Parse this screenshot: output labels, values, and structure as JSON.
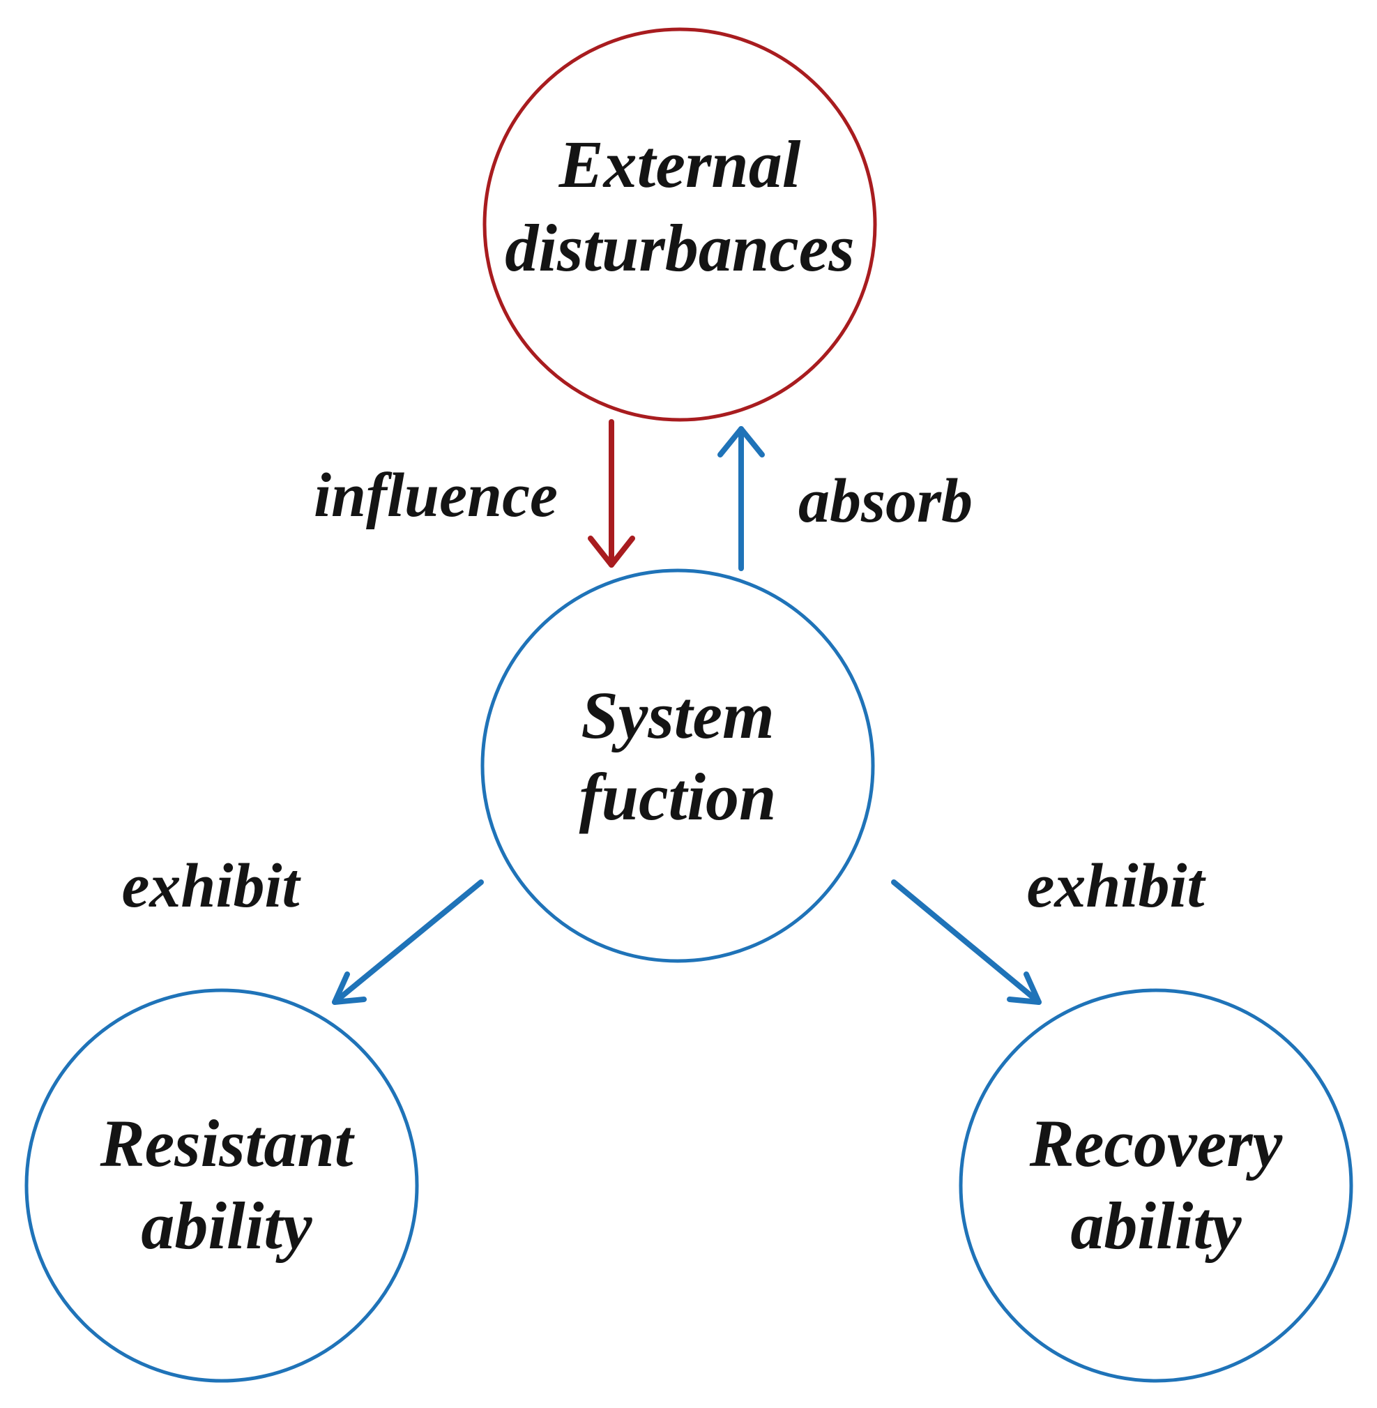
{
  "colors": {
    "disturbance": "#a81c1f",
    "system": "#1f73b8",
    "text": "#141414",
    "background": "#ffffff"
  },
  "nodes": {
    "external": {
      "line1": "External",
      "line2": "disturbances"
    },
    "system": {
      "line1": "System",
      "line2": "fuction"
    },
    "resistant": {
      "line1": "Resistant",
      "line2": "ability"
    },
    "recovery": {
      "line1": "Recovery",
      "line2": "ability"
    }
  },
  "edges": {
    "influence": "influence",
    "absorb": "absorb",
    "exhibit_left": "exhibit",
    "exhibit_right": "exhibit"
  }
}
